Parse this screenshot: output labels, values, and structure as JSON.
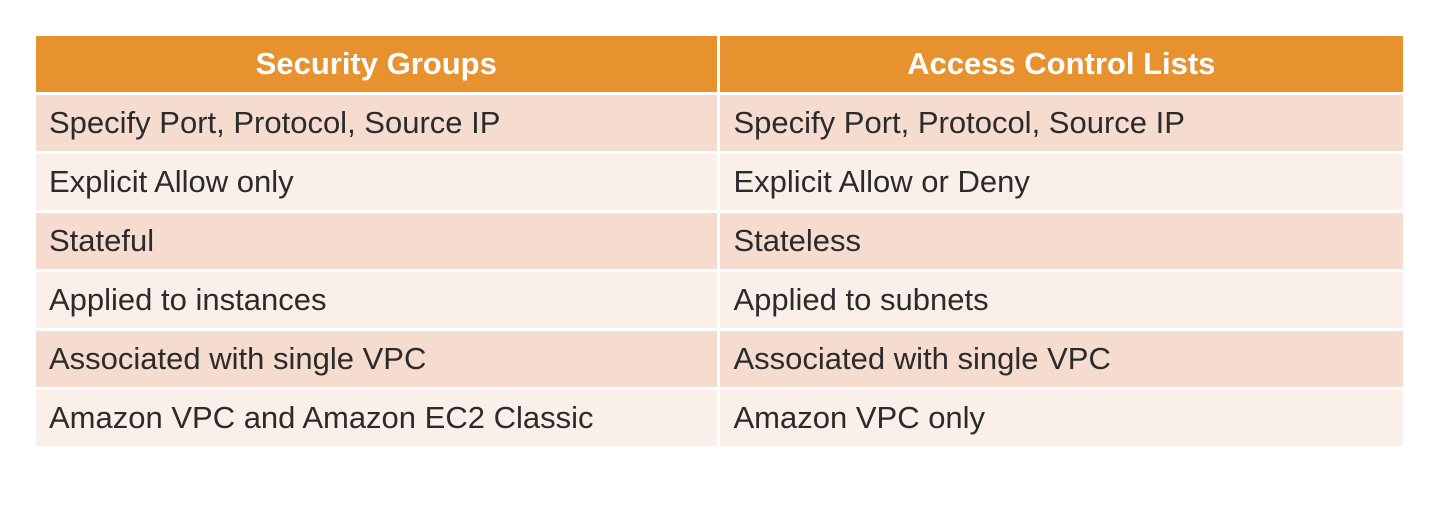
{
  "table": {
    "headers": [
      "Security Groups",
      "Access Control Lists"
    ],
    "rows": [
      [
        "Specify Port, Protocol, Source IP",
        "Specify Port, Protocol, Source IP"
      ],
      [
        "Explicit Allow only",
        "Explicit Allow or Deny"
      ],
      [
        "Stateful",
        "Stateless"
      ],
      [
        "Applied to instances",
        "Applied to subnets"
      ],
      [
        "Associated with single VPC",
        "Associated with single VPC"
      ],
      [
        "Amazon VPC and Amazon EC2 Classic",
        "Amazon VPC only"
      ]
    ]
  },
  "colors": {
    "header_bg": "#e8912f",
    "header_text": "#ffffff",
    "row_odd_bg": "#f5dccf",
    "row_even_bg": "#fbefea",
    "cell_text": "#2b2b2b"
  }
}
